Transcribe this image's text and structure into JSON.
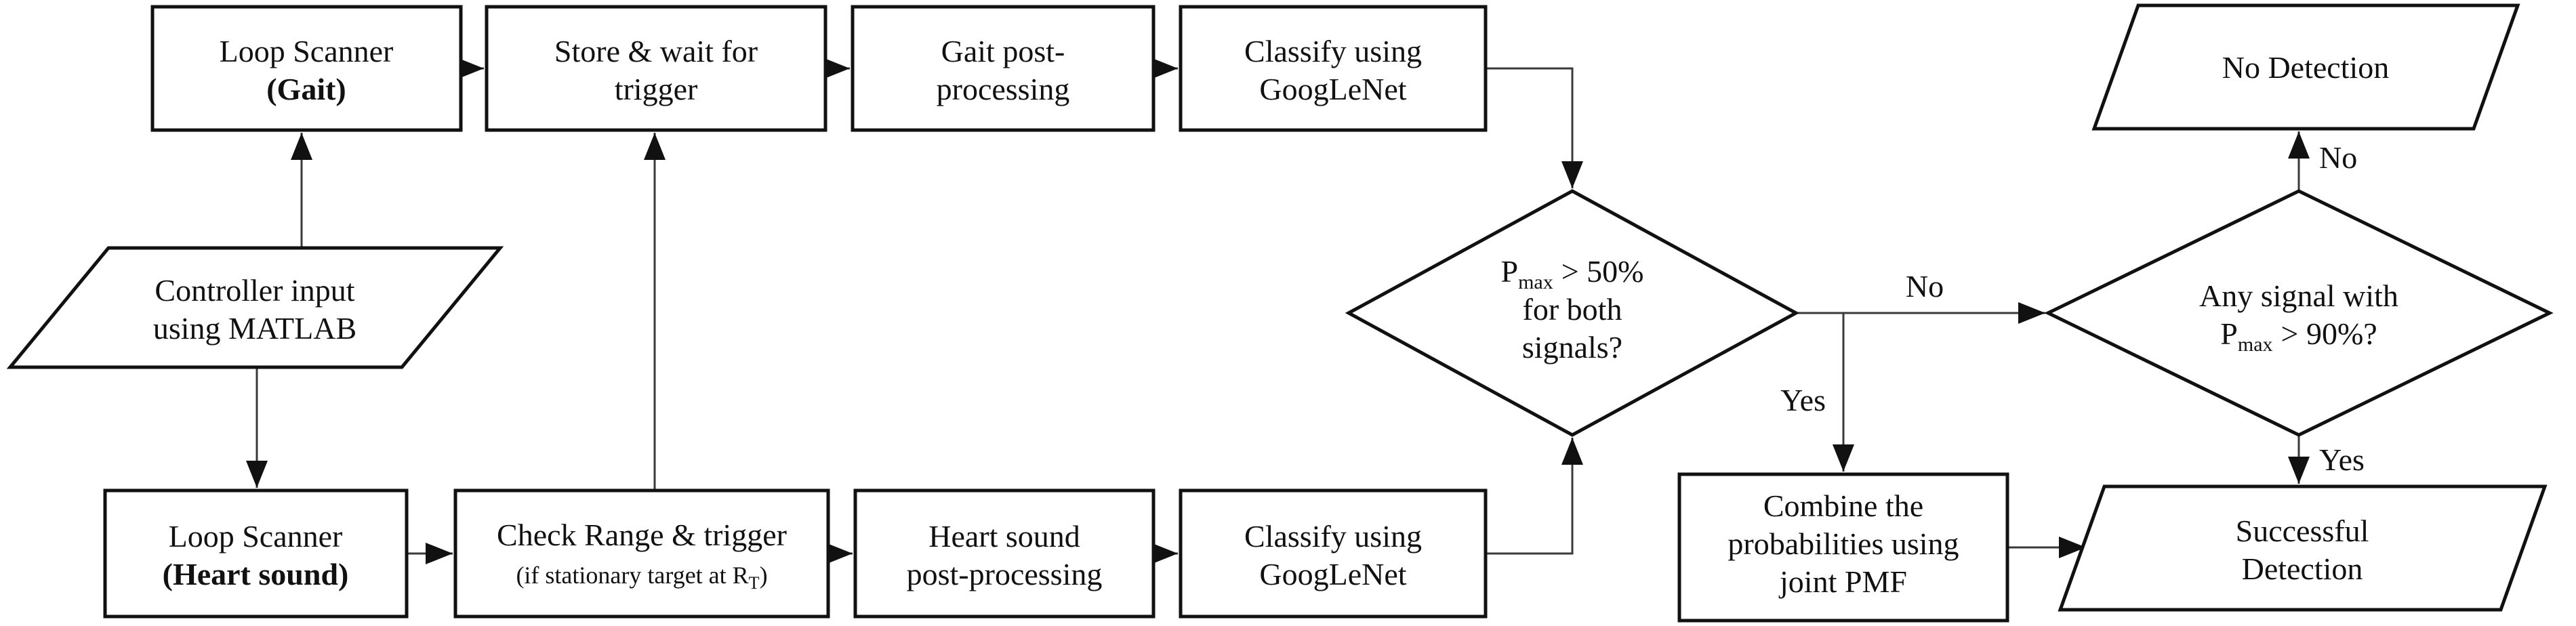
{
  "figure": {
    "background": "#ffffff",
    "ink": "#111111",
    "nodes": {
      "loop_scanner_gait": {
        "shape": "process",
        "line1": "Loop Scanner",
        "line2": "(Gait)"
      },
      "store_wait": {
        "shape": "process",
        "line1": "Store & wait for",
        "line2": "trigger"
      },
      "gait_post_processing": {
        "shape": "process",
        "line1": "Gait post-",
        "line2": "processing"
      },
      "classify_gait": {
        "shape": "process",
        "line1": "Classify using",
        "line2": "GoogLeNet"
      },
      "controller_input": {
        "shape": "input",
        "line1": "Controller input",
        "line2": "using MATLAB"
      },
      "loop_scanner_heart": {
        "shape": "process",
        "line1": "Loop Scanner",
        "line2": "(Heart sound)"
      },
      "check_range": {
        "shape": "process",
        "line1": "Check Range & trigger",
        "line2_pre": "(if stationary target at R",
        "line2_sub": "T",
        "line2_post": ")"
      },
      "heart_post_processing": {
        "shape": "process",
        "line1": "Heart sound",
        "line2": "post-processing"
      },
      "classify_heart": {
        "shape": "process",
        "line1": "Classify using",
        "line2": "GoogLeNet"
      },
      "decision_pmax50": {
        "shape": "decision",
        "line1_base": "P",
        "line1_sub": "max",
        "line1_rest": "> 50%",
        "line2": "for both",
        "line3": "signals?"
      },
      "decision_pmax90": {
        "shape": "decision",
        "line1": "Any signal with",
        "line2_base": "P",
        "line2_sub": "max",
        "line2_rest": "> 90%?"
      },
      "no_detection": {
        "shape": "output",
        "label": "No Detection"
      },
      "combine_pmf": {
        "shape": "process",
        "line1": "Combine the",
        "line2": "probabilities using",
        "line3": "joint PMF"
      },
      "successful_detection": {
        "shape": "output",
        "line1": "Successful",
        "line2": "Detection"
      }
    },
    "edge_labels": {
      "pmax50_no": "No",
      "pmax50_yes": "Yes",
      "pmax90_no": "No",
      "pmax90_yes": "Yes"
    }
  }
}
